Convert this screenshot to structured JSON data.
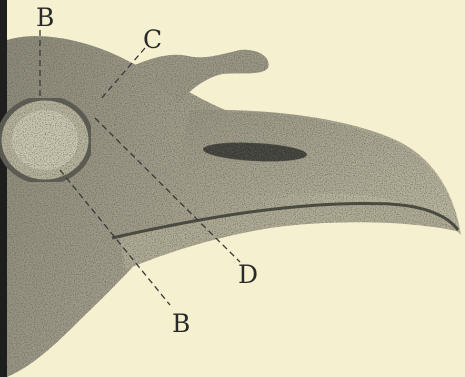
{
  "figure": {
    "labels": {
      "top_b": "B",
      "c": "C",
      "d": "D",
      "bottom_b": "B"
    }
  }
}
